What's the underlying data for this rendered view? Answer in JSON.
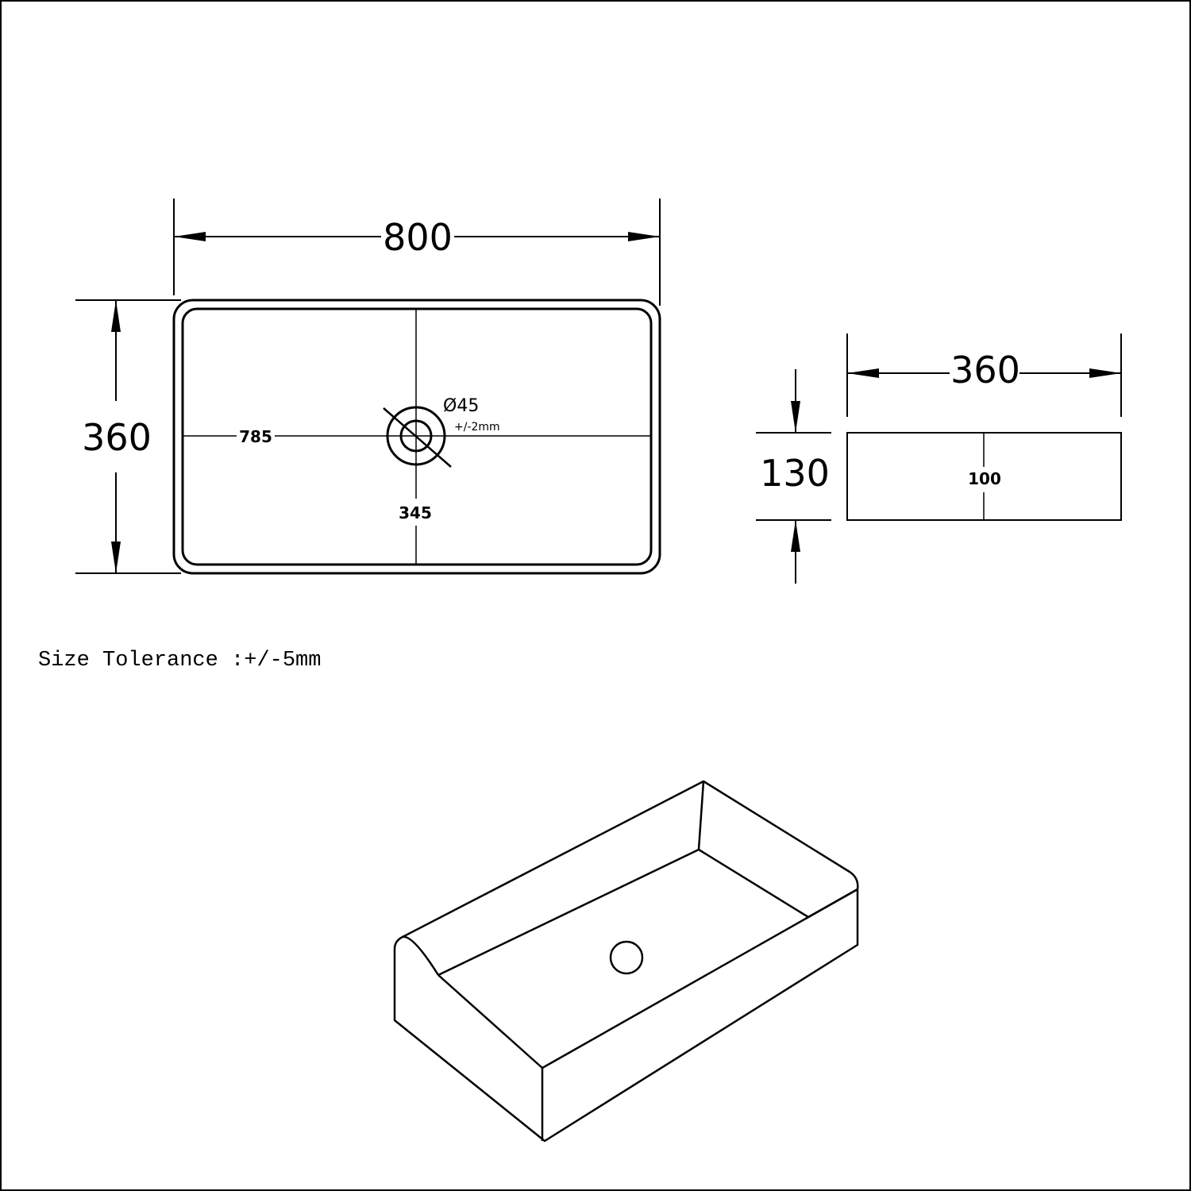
{
  "top_view": {
    "width_dim": "800",
    "depth_dim": "360",
    "inner_length": "785",
    "inner_width": "345",
    "drain_diameter": "Ø45",
    "drain_tolerance": "+/-2mm"
  },
  "side_view": {
    "width_dim": "360",
    "height_dim": "130",
    "inner_depth": "100"
  },
  "note": "Size Tolerance :+/-5mm"
}
